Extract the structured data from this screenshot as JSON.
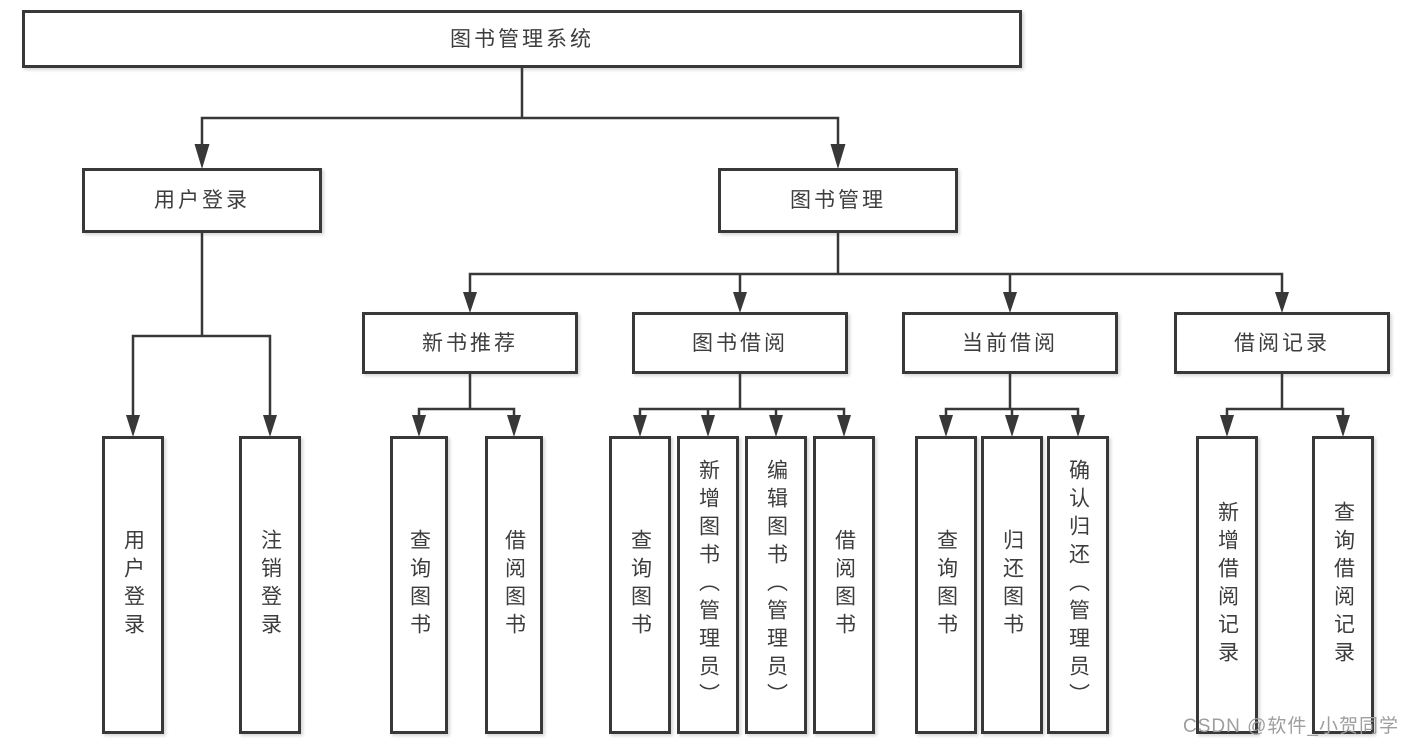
{
  "tree": {
    "root": {
      "label": "图书管理系统"
    },
    "level2": [
      {
        "label": "用户登录",
        "children": [
          {
            "label": "用户登录"
          },
          {
            "label": "注销登录"
          }
        ]
      },
      {
        "label": "图书管理",
        "children": [
          {
            "label": "新书推荐",
            "children": [
              {
                "label": "查询图书"
              },
              {
                "label": "借阅图书"
              }
            ]
          },
          {
            "label": "图书借阅",
            "children": [
              {
                "label": "查询图书"
              },
              {
                "label": "新增图书（管理员）"
              },
              {
                "label": "编辑图书（管理员）"
              },
              {
                "label": "借阅图书"
              }
            ]
          },
          {
            "label": "当前借阅",
            "children": [
              {
                "label": "查询图书"
              },
              {
                "label": "归还图书"
              },
              {
                "label": "确认归还（管理员）"
              }
            ]
          },
          {
            "label": "借阅记录",
            "children": [
              {
                "label": "新增借阅记录"
              },
              {
                "label": "查询借阅记录"
              }
            ]
          }
        ]
      }
    ]
  },
  "watermark": {
    "text": "CSDN @软件_小贺同学"
  },
  "colors": {
    "line": "#383838",
    "border": "#383838",
    "text": "#3d3d3d",
    "background": "#ffffff",
    "watermark": "#9e9e9e"
  }
}
